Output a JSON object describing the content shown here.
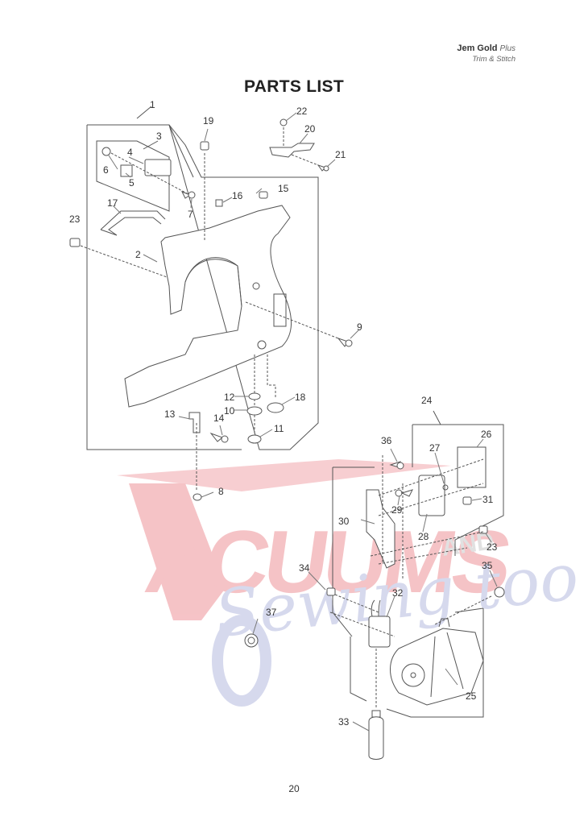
{
  "header": {
    "model": "Jem Gold",
    "model_suffix": "Plus",
    "subtitle": "Trim & Stitch"
  },
  "title": "PARTS LIST",
  "page_number": "20",
  "watermark": {
    "line1": "VACUUMS",
    "line1_suffix": "AND",
    "line2": "Sewing too",
    "colors": {
      "red": "#f4b9bd",
      "blue": "#c9cde6",
      "gray": "#d8d8d8"
    }
  },
  "colors": {
    "line": "#555555",
    "text": "#333333"
  },
  "callouts": [
    {
      "id": "1",
      "label": "1"
    },
    {
      "id": "2",
      "label": "2"
    },
    {
      "id": "3",
      "label": "3"
    },
    {
      "id": "4",
      "label": "4"
    },
    {
      "id": "5",
      "label": "5"
    },
    {
      "id": "6",
      "label": "6"
    },
    {
      "id": "7",
      "label": "7"
    },
    {
      "id": "8",
      "label": "8"
    },
    {
      "id": "9",
      "label": "9"
    },
    {
      "id": "10",
      "label": "10"
    },
    {
      "id": "11",
      "label": "11"
    },
    {
      "id": "12",
      "label": "12"
    },
    {
      "id": "13",
      "label": "13"
    },
    {
      "id": "14",
      "label": "14"
    },
    {
      "id": "15",
      "label": "15"
    },
    {
      "id": "16",
      "label": "16"
    },
    {
      "id": "17",
      "label": "17"
    },
    {
      "id": "18",
      "label": "18"
    },
    {
      "id": "19",
      "label": "19"
    },
    {
      "id": "20",
      "label": "20"
    },
    {
      "id": "21",
      "label": "21"
    },
    {
      "id": "22",
      "label": "22"
    },
    {
      "id": "23a",
      "label": "23"
    },
    {
      "id": "23b",
      "label": "23"
    },
    {
      "id": "24",
      "label": "24"
    },
    {
      "id": "25",
      "label": "25"
    },
    {
      "id": "26",
      "label": "26"
    },
    {
      "id": "27",
      "label": "27"
    },
    {
      "id": "28",
      "label": "28"
    },
    {
      "id": "29",
      "label": "29"
    },
    {
      "id": "30",
      "label": "30"
    },
    {
      "id": "31",
      "label": "31"
    },
    {
      "id": "32",
      "label": "32"
    },
    {
      "id": "33",
      "label": "33"
    },
    {
      "id": "34",
      "label": "34"
    },
    {
      "id": "35",
      "label": "35"
    },
    {
      "id": "36",
      "label": "36"
    },
    {
      "id": "37",
      "label": "37"
    }
  ]
}
